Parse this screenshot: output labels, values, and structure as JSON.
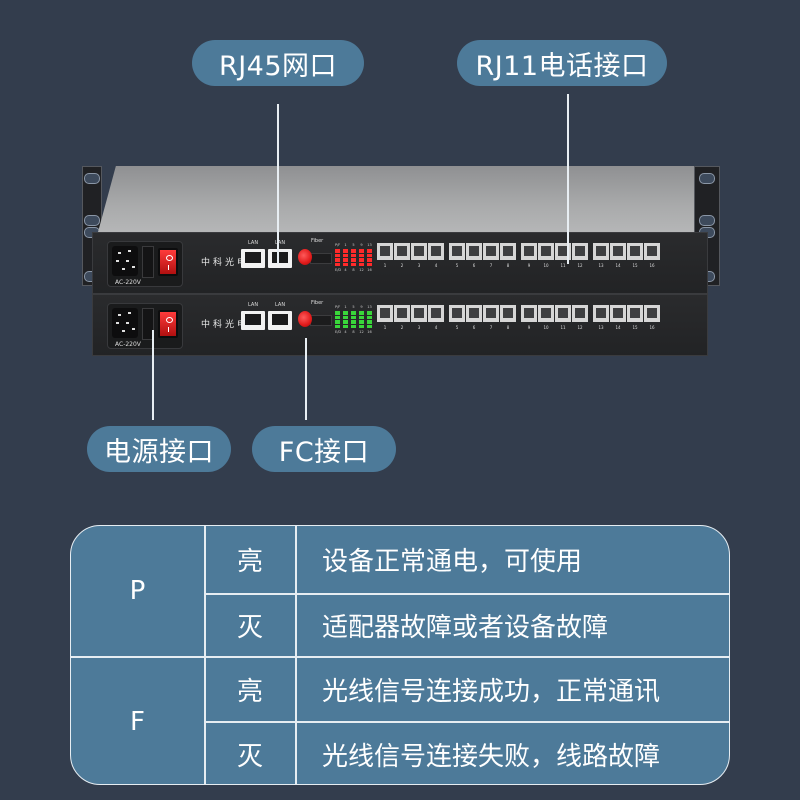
{
  "callouts": {
    "rj45": "RJ45网口",
    "rj11": "RJ11电话接口",
    "power": "电源接口",
    "fc": "FC接口"
  },
  "device": {
    "units": [
      {
        "id": "top",
        "power_label": "AC-220V",
        "logo_text": "中科光电",
        "lan_labels": [
          "LAN",
          "LAN"
        ],
        "fiber_label": "Fiber",
        "led_color": "#ff2a2a",
        "led_top_labels": [
          "P/F",
          "1",
          "5",
          "9",
          "13"
        ],
        "led_bottom_labels": [
          "E/D",
          "4",
          "8",
          "12",
          "16"
        ],
        "phone_ports": [
          "1",
          "2",
          "3",
          "4",
          "5",
          "6",
          "7",
          "8",
          "9",
          "10",
          "11",
          "12",
          "13",
          "14",
          "15",
          "16"
        ]
      },
      {
        "id": "bottom",
        "power_label": "AC-220V",
        "logo_text": "中科光电",
        "lan_labels": [
          "LAN",
          "LAN"
        ],
        "fiber_label": "Fiber",
        "led_color": "#39d63a",
        "led_top_labels": [
          "P/F",
          "1",
          "5",
          "9",
          "13"
        ],
        "led_bottom_labels": [
          "E/D",
          "4",
          "8",
          "12",
          "16"
        ],
        "phone_ports": [
          "1",
          "2",
          "3",
          "4",
          "5",
          "6",
          "7",
          "8",
          "9",
          "10",
          "11",
          "12",
          "13",
          "14",
          "15",
          "16"
        ]
      }
    ]
  },
  "status_table": {
    "rows": [
      {
        "indicator": "P",
        "states": [
          {
            "state": "亮",
            "description": "设备正常通电，可使用"
          },
          {
            "state": "灭",
            "description": "适配器故障或者设备故障"
          }
        ]
      },
      {
        "indicator": "F",
        "states": [
          {
            "state": "亮",
            "description": "光线信号连接成功，正常通讯"
          },
          {
            "state": "灭",
            "description": "光线信号连接失败，线路故障"
          }
        ]
      }
    ]
  },
  "colors": {
    "background": "#333d4d",
    "pill": "#4d7a99",
    "table_bg": "#4d7a99",
    "led_red": "#ff2a2a",
    "led_green": "#39d63a"
  }
}
